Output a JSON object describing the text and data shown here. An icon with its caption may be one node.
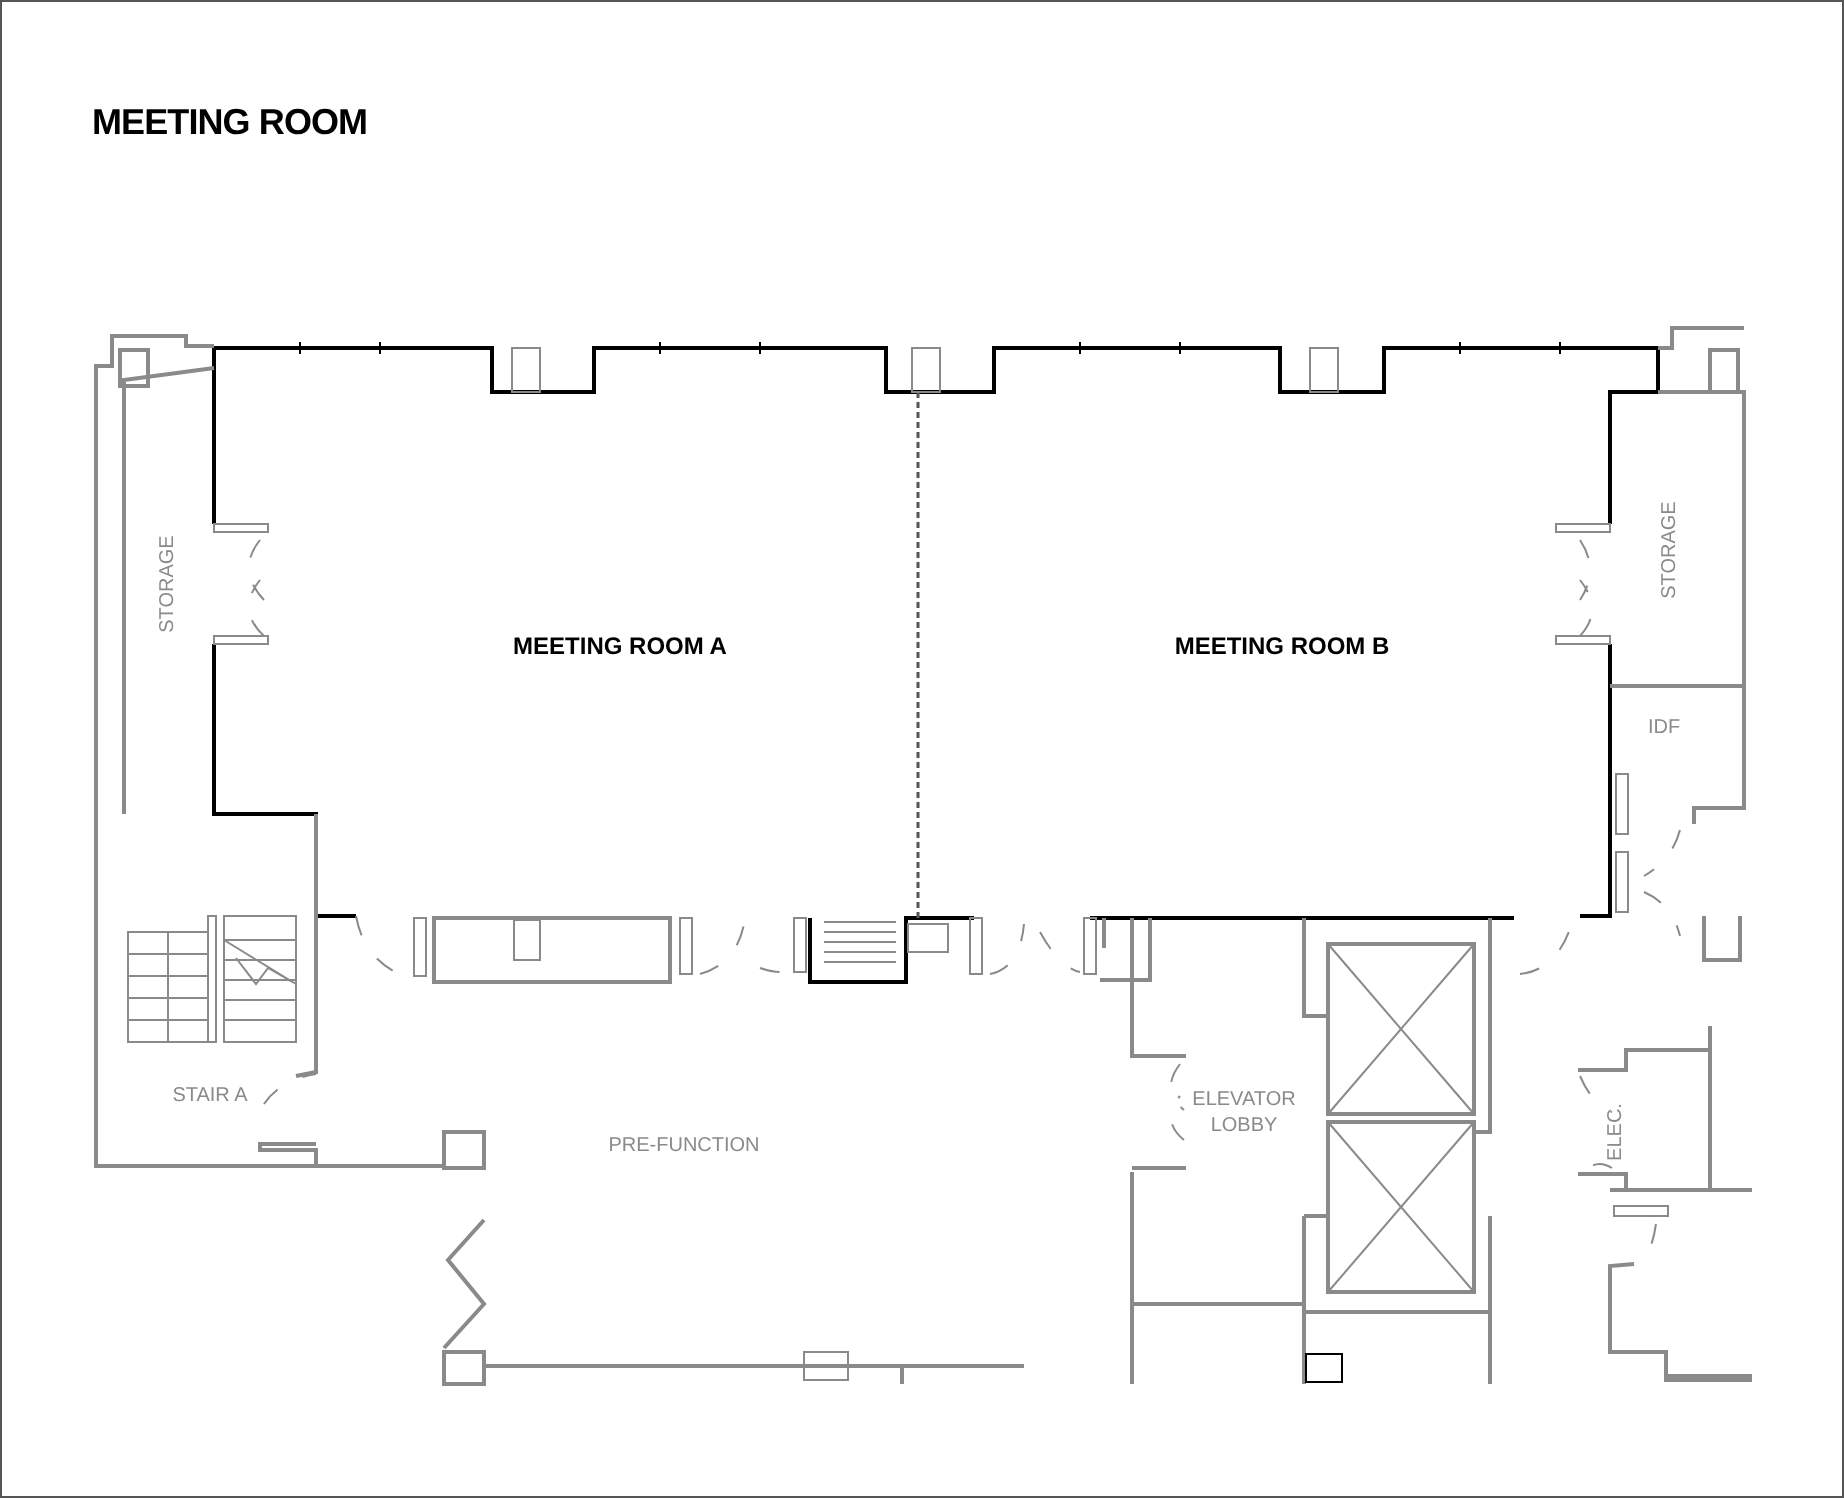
{
  "diagram": {
    "title": "MEETING ROOM",
    "labels": [
      "STORAGE",
      "MEETING ROOM A",
      "MEETING ROOM B",
      "STORAGE",
      "IDF",
      "STAIR A",
      "ELEVATOR LOBBY",
      "PRE-FUNCTION",
      "ELEC."
    ]
  }
}
